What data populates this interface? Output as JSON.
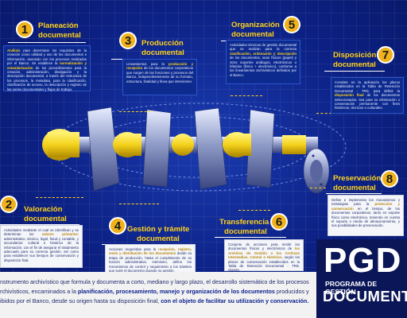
{
  "steps": [
    {
      "n": "1",
      "title": [
        "Planeación",
        "documental"
      ],
      "text_a": "Análisis",
      "text_b": " para determinar los requisitos de la creación como utilidad y uso de los documentos e información, asociado con los procesos realizados por el Banco. Se establece la ",
      "text_c": "normalización y estandarización",
      "text_d": " de los procedimientos para la creación, administración, divulgación y la descripción documental, a través del estructura de los procesos, la metadata, para la clasificación, clasificación de acceso, la descripción y registro de las series documentales y flujos de trabajo."
    },
    {
      "n": "2",
      "title": [
        "Valoración",
        "documental"
      ],
      "text_a": "",
      "text_b": "Actividades mediante el cual se identifican y se determinan los ",
      "text_c": "valores primarios",
      "text_d": ": administrativo, técnico, legal, fiscal y contable, y secundarios: cultural e histórico de la información, con el fin de asegurar el tratamiento adecuado para su correcta gestión, así como para establecer sus tiempos de conservación y disposición final."
    },
    {
      "n": "3",
      "title": [
        "Producción",
        "documental"
      ],
      "text_a": "",
      "text_b": "Lineamientos para la ",
      "text_c": "producción y recepción",
      "text_d": " de los documentos corporativos que surgen de las funciones y procesos del Banco, independientemente de su formato, estructura, finalidad y línea que intervienen."
    },
    {
      "n": "4",
      "title": [
        "Gestión y trámite",
        "documental"
      ],
      "text_a": "",
      "text_b": "Acciones requeridas para la ",
      "text_c": "recepción, registro, envío y distribución de los documentos",
      "text_d": " desde su etapa de producción, hasta el cumplimiento de su función administrativa. Asimismo, define los mecanismos de control y seguimiento a los trámites que surte el documento durante su gestión."
    },
    {
      "n": "5",
      "title": [
        "Organización",
        "documental"
      ],
      "text_a": "",
      "text_b": "Actividades técnicas de gestión documental que se realizan para la correcta ",
      "text_c": "clasificación, ordenación y descripción",
      "text_d": " de los documentos, sean físicos (papel) y otros soportes análogos, electrónicos o híbridos (físico + electrónico), conforme a los lineamientos archivísticos definidos por el Banco."
    },
    {
      "n": "6",
      "title": [
        "Transferencia",
        "documental"
      ],
      "text_a": "",
      "text_b": "Conjunto de acciones para remitir los documentos físicos y electrónicos de ",
      "text_c": "los Archivos de Gestión a los Archivos Intermedios, Central o Histórico",
      "text_d": ", según los plazos de conservación establecidos en la Tabla de Retención Documental - TRD, vigente."
    },
    {
      "n": "7",
      "title": [
        "Disposición",
        "documental"
      ],
      "text_a": "",
      "text_b": "Consiste en la aplicación los plazos establecidos en la Tabla de Retención Documental - TRD, para definir la ",
      "text_c": "disposición final",
      "text_d": " de los documentos seleccionados, sea para su eliminación o conservación permanente con fines históricos, técnicos o culturales."
    },
    {
      "n": "8",
      "title": [
        "Preservación",
        "documental"
      ],
      "text_a": "",
      "text_b": "Define e implementa los mecanismos y estrategias para la ",
      "text_c": "protección y conservación",
      "text_d": " en el tiempo, de los documentos corporativos, tanto en soporte físico como electrónico, teniendo en cuenta el soporte o medio de almacenamiento, y sus posibilidades de preservación."
    }
  ],
  "footer": {
    "p1": "nstrumento archivístico que formula y documenta a corto, mediano y largo plazo, el desarrollo sistemático de los procesos",
    "p2a": "rchivísticos, encaminados a la ",
    "p2b": "planificación, procesamiento, manejo y organización de los documentos",
    "p2c": " producidos y",
    "p3a": "ibidos por el Banco, desde su origen hasta su disposición final, ",
    "p3b": "con el objeto de facilitar su utilización y conservación."
  },
  "logo": {
    "acronym": "PGD",
    "line1": "PROGRAMA DE GESTIÓN",
    "line2": "DOCUMENTAL"
  },
  "colors": {
    "background": "#0c2185",
    "accent": "#ffd21a",
    "badge": "#f0b21b",
    "logo_bg": "#0b1658"
  }
}
